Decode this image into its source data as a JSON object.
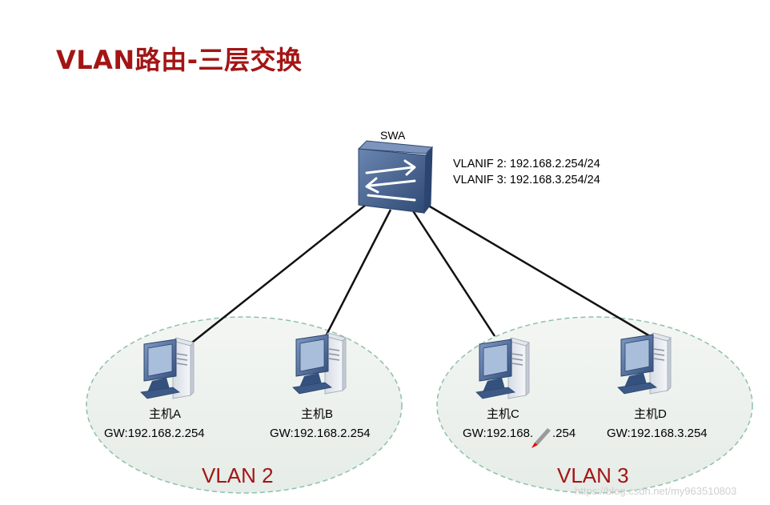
{
  "title": "VLAN路由-三层交换",
  "colors": {
    "title": "#a31515",
    "vlan_label": "#a31515",
    "link": "#111111",
    "vlan_zone_fill": "#eef2ee",
    "vlan_zone_stroke": "#8fc0ac",
    "switch_body": "#3e5a85",
    "host_body": "#3d5a86"
  },
  "switch": {
    "name": "SWA",
    "icon": "switch-icon",
    "vlanif_lines": [
      "VLANIF 2: 192.168.2.254/24",
      "VLANIF 3: 192.168.3.254/24"
    ]
  },
  "hosts": [
    {
      "name": "主机A",
      "gateway": "GW:192.168.2.254",
      "vlan": "VLAN 2",
      "icon": "computer-icon"
    },
    {
      "name": "主机B",
      "gateway": "GW:192.168.2.254",
      "vlan": "VLAN 2",
      "icon": "computer-icon"
    },
    {
      "name": "主机C",
      "gateway": "GW:192.168.",
      "gateway_tail": ".254",
      "vlan": "VLAN 3",
      "icon": "computer-icon"
    },
    {
      "name": "主机D",
      "gateway": "GW:192.168.3.254",
      "vlan": "VLAN 3",
      "icon": "computer-icon"
    }
  ],
  "vlans": [
    {
      "label": "VLAN 2"
    },
    {
      "label": "VLAN 3"
    }
  ],
  "watermark": "https://blog.csdn.net/my963510803"
}
